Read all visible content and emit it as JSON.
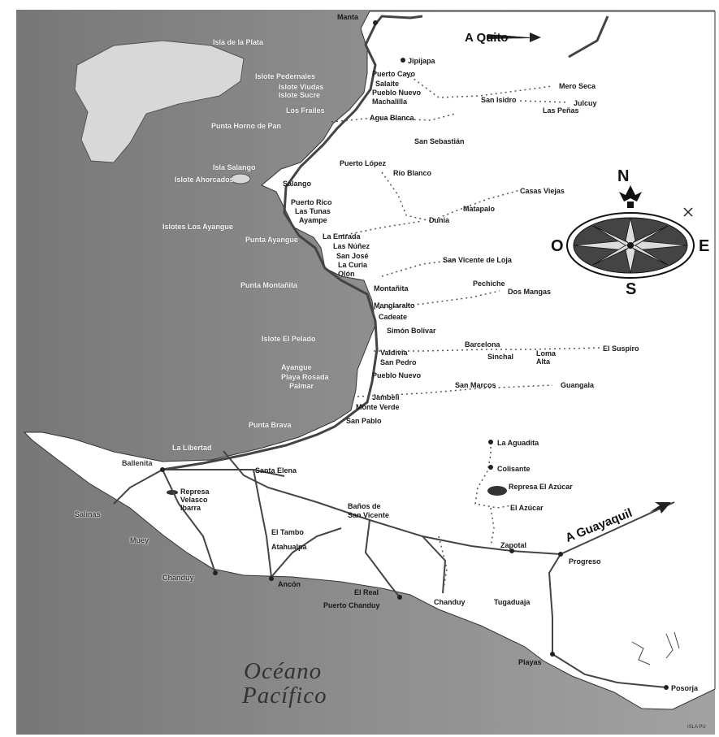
{
  "map": {
    "ocean_label_line1": "Océano",
    "ocean_label_line2": "Pacífico",
    "to_quito": "A Quito",
    "to_guayaquil": "A Guayaquil",
    "compass": {
      "north": "N",
      "south": "S",
      "east": "E",
      "west": "O"
    },
    "credit": "ISLA PU",
    "colors": {
      "sea": "#8a8a8a",
      "land": "#ffffff",
      "road": "#444444",
      "track": "#555555"
    }
  },
  "places": {
    "manta": "Manta",
    "isla_plata": "Isla de la Plata",
    "jipijapa": "Jipijapa",
    "puerto_cayo": "Puerto Cayo",
    "islote_pedernales": "Islote Pedernales",
    "salango_top": "Salaite",
    "islote_viudas": "Islote Viudas",
    "islote_sucre": "Islote Sucre",
    "pueblo_nuevo_top": "Pueblo Nuevo",
    "machalilla": "Machalilla",
    "san_isidro": "San Isidro",
    "mero_seca": "Mero Seca",
    "julcuy": "Julcuy",
    "las_penas": "Las Peñas",
    "los_frailes": "Los Frailes",
    "agua_blanca": "Agua Blanca",
    "punta_horno": "Punta Horno de Pan",
    "san_sebastian": "San Sebastián",
    "puerto_lopez": "Puerto López",
    "rio_blanco": "Río Blanco",
    "isla_salango": "Isla Salango",
    "salango": "Salango",
    "islote_ahorcados": "Islote Ahorcados",
    "casas_viejas": "Casas Viejas",
    "puerto_rico": "Puerto Rico",
    "las_tunas": "Las Tunas",
    "ayampe": "Ayampe",
    "matapalo": "Matapalo",
    "dunia": "Dunia",
    "islotes_ayangue": "Islotes Los Ayangue",
    "punta_ayampe": "Punta Ayangue",
    "la_entrada": "La Entrada",
    "las_nunez": "Las Núñez",
    "san_jose": "San José",
    "la_curia": "La Curia",
    "olon": "Olón",
    "san_vicente_loja": "San Vicente de Loja",
    "punta_montanita": "Punta Montañita",
    "montanita": "Montañita",
    "pechiche": "Pechiche",
    "dos_mangas": "Dos Mangas",
    "manglaralto": "Manglaralto",
    "cadeate": "Cadeate",
    "simon_bolivar": "Simón Bolívar",
    "islote_pelado": "Islote El Pelado",
    "barcelona": "Barcelona",
    "sinchal": "Sinchal",
    "loma_alta": "Loma Alta",
    "el_suspiro": "El Suspiro",
    "valdivia": "Valdivia",
    "san_pedro": "San Pedro",
    "ayangue": "Ayangue",
    "pueblo_nuevo": "Pueblo Nuevo",
    "playa_rosada": "Playa Rosada",
    "palmar": "Palmar",
    "san_marcos": "San Marcos",
    "guangala": "Guangala",
    "jambeli": "Jambelí",
    "monteverde": "Monte Verde",
    "punta_brava": "Punta Brava",
    "san_pablo": "San Pablo",
    "la_libertad": "La Libertad",
    "la_aguadita": "La Aguadita",
    "ballenita": "Ballenita",
    "santa_elena": "Santa Elena",
    "salinas": "Salinas",
    "colisante": "Colisante",
    "represa_aracar": "Represa El Azúcar",
    "represa_velasco": "Represa Velasco Ibarra",
    "el_azucar": "El Azúcar",
    "banos_line1": "Baños de",
    "banos_line2": "San Vicente",
    "muey": "Muey",
    "el_tambo": "El Tambo",
    "atahualpa": "Atahualpa",
    "zapotal": "Zapotal",
    "progreso": "Progreso",
    "chanduy_west": "Chanduy",
    "ancon": "Ancón",
    "el_real": "El Real",
    "puerto_chanduy": "Puerto Chanduy",
    "chanduy": "Chanduy",
    "tugaduaja": "Tugaduaja",
    "playas": "Playas",
    "posorja": "Posorja"
  }
}
